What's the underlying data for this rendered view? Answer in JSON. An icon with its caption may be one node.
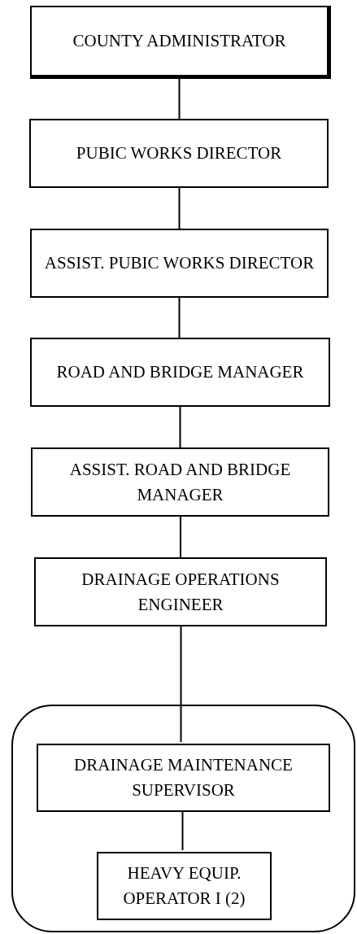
{
  "diagram": {
    "nodes": [
      {
        "text": [
          "COUNTY ADMINISTRATOR"
        ]
      },
      {
        "text": [
          "PUBIC WORKS DIRECTOR"
        ]
      },
      {
        "text": [
          "ASSIST. PUBIC WORKS DIRECTOR"
        ]
      },
      {
        "text": [
          "ROAD AND BRIDGE MANAGER"
        ]
      },
      {
        "text": [
          "ASSIST. ROAD AND BRIDGE MANAGER"
        ]
      },
      {
        "text": [
          "DRAINAGE OPERATIONS ENGINEER"
        ]
      },
      {
        "text": [],
        "shape": "box"
      },
      {
        "text": [
          "DRAINAGE MAINTENANCE SUPERVISOR"
        ],
        "in": 6
      },
      {
        "text": [
          "HEAVY EQUIP. OPERATOR I (2)"
        ],
        "in": 6
      }
    ],
    "edges": [
      {
        "from": 0,
        "to": 1,
        "arrow": "none"
      },
      {
        "from": 1,
        "to": 2,
        "arrow": "none"
      },
      {
        "from": 2,
        "to": 3,
        "arrow": "none"
      },
      {
        "from": 3,
        "to": 4,
        "arrow": "none"
      },
      {
        "from": 4,
        "to": 5,
        "arrow": "none"
      },
      {
        "from": 5,
        "to": 7,
        "arrow": "none"
      },
      {
        "from": 7,
        "to": 8,
        "arrow": "none"
      }
    ]
  }
}
